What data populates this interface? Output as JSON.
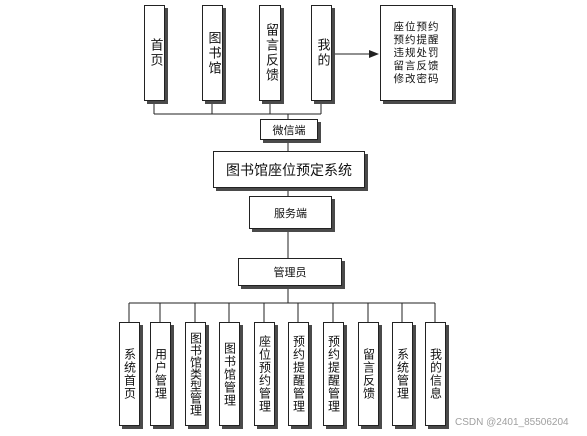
{
  "top_modules": [
    {
      "label": "首页"
    },
    {
      "label": "图书馆"
    },
    {
      "label": "留言反馈"
    },
    {
      "label": "我的"
    },
    {
      "label": "座位预约\n预约提醒\n违规处罚\n留言反馈\n修改密码"
    }
  ],
  "hub_labels": {
    "wechat": "微信端",
    "system": "图书馆座位预定系统",
    "service": "服务端",
    "admin": "管理员"
  },
  "bottom_modules": [
    {
      "label": "系统首页"
    },
    {
      "label": "用户管理"
    },
    {
      "label": "图书馆类型管理"
    },
    {
      "label": "图书馆管理"
    },
    {
      "label": "座位预约管理"
    },
    {
      "label": "预约提醒管理"
    },
    {
      "label": "预约提醒管理"
    },
    {
      "label": "留言反馈"
    },
    {
      "label": "系统管理"
    },
    {
      "label": "我的信息"
    }
  ],
  "watermark": "CSDN @2401_85506204",
  "colors": {
    "line": "#222222",
    "box_border": "#222222",
    "shadow": "#4a4a4a",
    "watermark": "#a0a0a0"
  }
}
